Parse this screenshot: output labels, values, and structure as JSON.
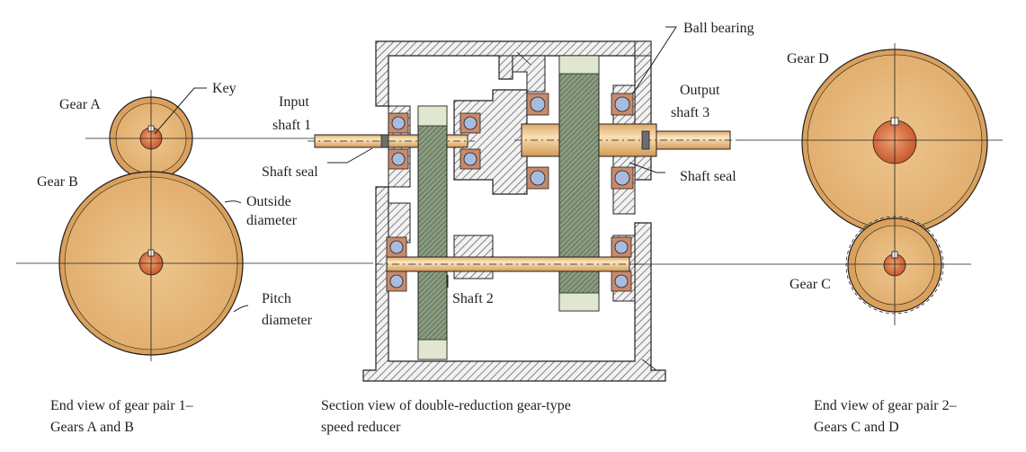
{
  "labels": {
    "gear_a": "Gear A",
    "gear_b": "Gear B",
    "key": "Key",
    "outside_diameter_1": "Outside",
    "outside_diameter_2": "diameter",
    "pitch_diameter_1": "Pitch",
    "pitch_diameter_2": "diameter",
    "input_shaft_1": "Input",
    "input_shaft_2": "shaft 1",
    "shaft_seal_left": "Shaft seal",
    "ball_bearing": "Ball bearing",
    "output_shaft_1": "Output",
    "output_shaft_2": "shaft 3",
    "shaft_seal_right": "Shaft seal",
    "shaft_2": "Shaft 2",
    "gear_d": "Gear D",
    "gear_c": "Gear C"
  },
  "captions": {
    "left_1": "End view of gear pair 1–",
    "left_2": "Gears A and B",
    "center_1": "Section view of double-reduction gear-type",
    "center_2": "speed reducer",
    "right_1": "End view of gear pair 2–",
    "right_2": "Gears C and D"
  },
  "colors": {
    "gear_fill": "#e6b878",
    "gear_rim": "#d09a55",
    "hub": "#d6683a",
    "shaft_light": "#f3d9a8",
    "shaft_dark": "#d8a868",
    "spur_green": "#7b8f72",
    "bearing_ball": "#9fb3d3",
    "bearing_race": "#c98a6a",
    "hatch": "#555555",
    "ink": "#231f20"
  }
}
